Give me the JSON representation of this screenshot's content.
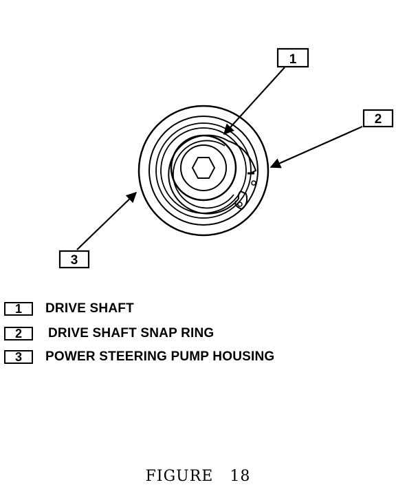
{
  "callouts": [
    {
      "number": "1"
    },
    {
      "number": "2"
    },
    {
      "number": "3"
    }
  ],
  "legend": [
    {
      "number": "1",
      "label": "DRIVE SHAFT"
    },
    {
      "number": "2",
      "label": "DRIVE SHAFT SNAP RING"
    },
    {
      "number": "3",
      "label": "POWER STEERING PUMP HOUSING"
    }
  ],
  "caption": {
    "word": "FIGURE",
    "number": "18"
  },
  "colors": {
    "ink": "#000000",
    "paper": "#ffffff"
  }
}
